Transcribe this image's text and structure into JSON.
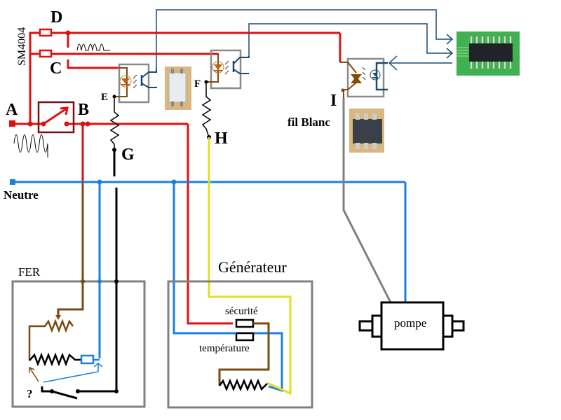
{
  "diagram": {
    "points": {
      "A": "A",
      "B": "B",
      "C": "C",
      "D": "D",
      "E": "E",
      "F": "F",
      "G": "G",
      "H": "H",
      "I": "I"
    },
    "labels": {
      "diode": "SM4004",
      "neutral": "Neutre",
      "white_wire": "fil Blanc",
      "iron_box": "FER",
      "generator_box": "Générateur",
      "safety_fuse": "sécurité",
      "temperature_fuse": "température",
      "pump": "pompe",
      "unknown_contact": "?"
    },
    "colors": {
      "phase": "#e01010",
      "neutral": "#1a80e0",
      "brown": "#7a4a12",
      "black": "#000000",
      "yellow": "#e0e020",
      "grey": "#808080",
      "signal": "#1a4a70",
      "switch_box": "#7a1010"
    },
    "components": {
      "optocoupler_1": "optocoupler-transistor",
      "optocoupler_2": "optocoupler-transistor",
      "optotriac": "optotriac",
      "microcontroller": "pcb-chip",
      "photo_1": "optocoupler-photo",
      "photo_2": "dip-chip-photo"
    }
  }
}
